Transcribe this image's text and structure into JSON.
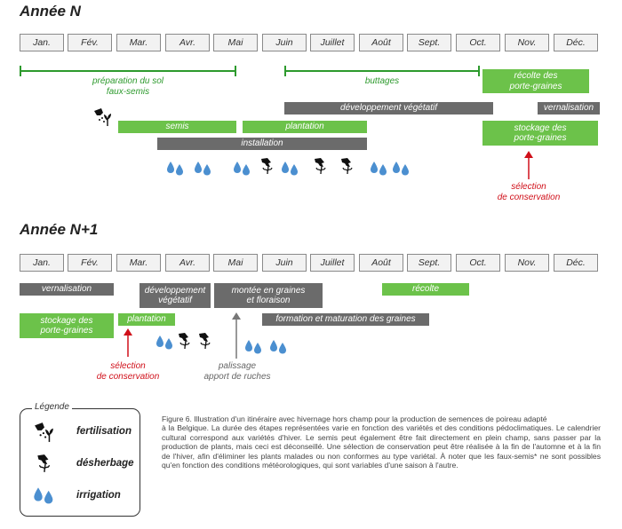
{
  "colors": {
    "green": "#6cc24a",
    "gray": "#6b6b6b",
    "bracket_green": "#2d9a2d",
    "red": "#d0101a",
    "drop_blue": "#4b8fd0",
    "month_bg": "#f2f2f2"
  },
  "months": [
    "Jan.",
    "Fév.",
    "Mar.",
    "Avr.",
    "Mai",
    "Juin",
    "Juillet",
    "Août",
    "Sept.",
    "Oct.",
    "Nov.",
    "Déc."
  ],
  "year_n": {
    "title": "Année N",
    "brackets": {
      "preparation": "préparation du sol\nfaux-semis",
      "buttages": "buttages"
    },
    "bars": {
      "recolte": "récolte des\nporte-graines",
      "developpement": "développement végétatif",
      "vernalisation": "vernalisation",
      "semis": "semis",
      "plantation": "plantation",
      "stockage": "stockage des\nporte-graines",
      "installation": "installation"
    },
    "selection": "sélection\nde conservation"
  },
  "year_n1": {
    "title": "Année N+1",
    "bars": {
      "vernalisation": "vernalisation",
      "developpement": "développement\nvégétatif",
      "montee": "montée en graines\net floraison",
      "recolte": "récolte",
      "stockage": "stockage des\nporte-graines",
      "plantation": "plantation",
      "formation": "formation et maturation des graines"
    },
    "selection": "sélection\nde conservation",
    "palissage": "palissage\napport de ruches"
  },
  "legend": {
    "title": "Légende",
    "items": [
      {
        "icon": "fertilisation-icon",
        "label": "fertilisation"
      },
      {
        "icon": "weeding-icon",
        "label": "désherbage"
      },
      {
        "icon": "water-drops-icon",
        "label": "irrigation"
      }
    ]
  },
  "caption": "Figure 6. Illustration d'un itinéraire avec hivernage hors champ pour la production de semences de poireau adapté\nà la Belgique. La durée des étapes représentées varie en fonction des variétés et des conditions pédoclimatiques. Le calendrier cultural correspond aux variétés d'hiver. Le semis peut également être fait directement en plein champ, sans passer par la production de plants, mais ceci est déconseillé. Une sélection de conservation peut être réalisée à la fin de l'automne et à la fin de l'hiver, afin d'éliminer les plants malades ou non conformes au type variétal. À noter que les faux-semis* ne sont possibles qu'en fonction des conditions météorologiques, qui sont variables d'une saison à l'autre."
}
